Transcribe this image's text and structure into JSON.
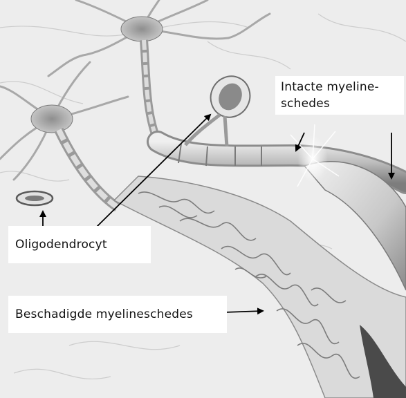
{
  "labels": {
    "intact": "Intacte myeline-\nschedes",
    "oligodendrocyte": "Oligodendrocyt",
    "damaged": "Beschadigde myelineschedes"
  },
  "colors": {
    "background": "#f3f3f3",
    "tissue": "#e2e2e2",
    "axon": "#cfcfcf",
    "myelin": "#d9d9d9",
    "line": "#000000"
  }
}
